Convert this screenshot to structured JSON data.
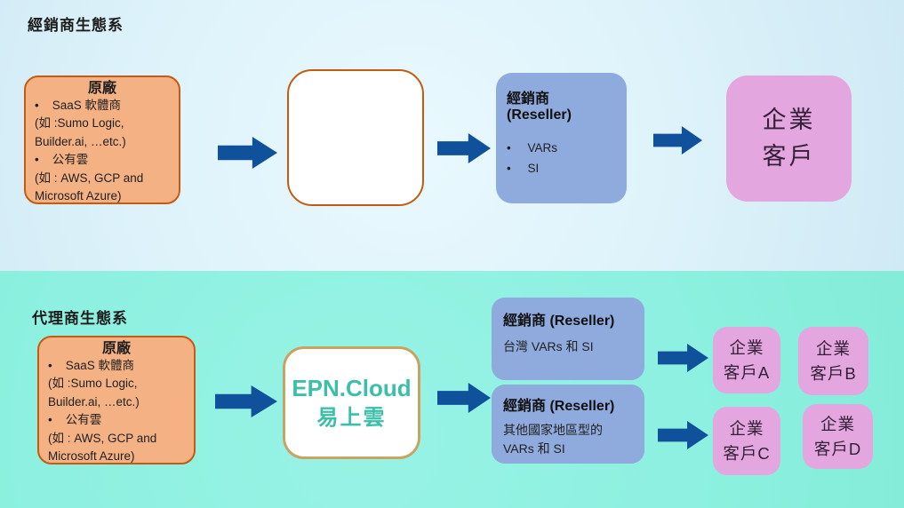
{
  "colors": {
    "top_bg": "#DDF2FA",
    "bottom_bg": "#8DF0E0",
    "arrow": "#10519B",
    "vendor_fill": "#F4B183",
    "vendor_border": "#C55A11",
    "reseller_fill": "#8FAADC",
    "customer_fill": "#E3A6DE",
    "epn_border": "#C9A361",
    "epn_text": "#3BBFA8"
  },
  "top": {
    "title": "經銷商生態系",
    "vendor": {
      "heading": "原廠",
      "lines": [
        "•    SaaS 軟體商",
        "(如 :Sumo Logic,",
        "Builder.ai, …etc.)",
        "•    公有雲",
        "(如 : AWS, GCP and",
        "Microsoft Azure)"
      ]
    },
    "reseller": {
      "title": "經銷商 (Reseller)",
      "bullets": [
        "•     VARs",
        "•     SI"
      ]
    },
    "customer": {
      "line1": "企業",
      "line2": "客戶"
    }
  },
  "bottom": {
    "title": "代理商生態系",
    "vendor": {
      "heading": "原廠",
      "lines": [
        "•    SaaS 軟體商",
        "(如 :Sumo Logic,",
        "Builder.ai, …etc.)",
        "•    公有雲",
        "(如 : AWS, GCP and",
        "Microsoft Azure)"
      ]
    },
    "epn": {
      "line1": "EPN.Cloud",
      "line2": "易上雲"
    },
    "resellers": [
      {
        "title": "經銷商 (Reseller)",
        "body": "台灣 VARs 和  SI"
      },
      {
        "title": "經銷商 (Reseller)",
        "body": "其他國家地區型的 VARs 和 SI"
      }
    ],
    "customers": [
      {
        "line1": "企業",
        "line2": "客戶A"
      },
      {
        "line1": "企業",
        "line2": "客戶B"
      },
      {
        "line1": "企業",
        "line2": "客戶C"
      },
      {
        "line1": "企業",
        "line2": "客戶D"
      }
    ]
  }
}
